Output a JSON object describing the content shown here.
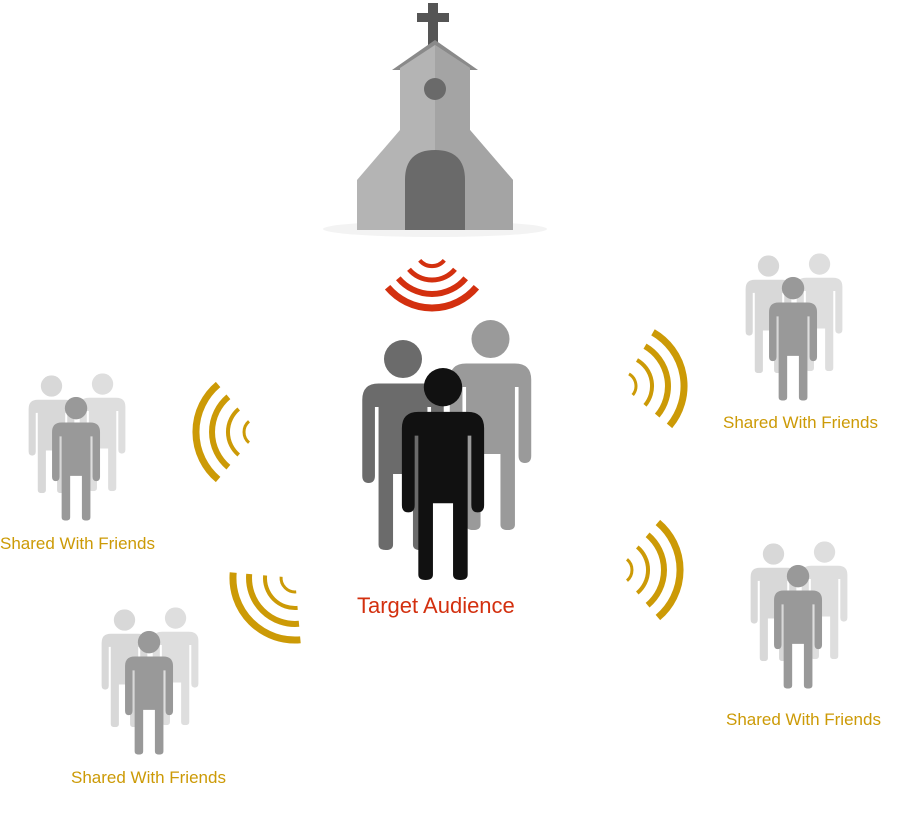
{
  "colors": {
    "broadcast_waves": "#d3300f",
    "share_waves": "#cc9a06",
    "friend_label": "#cc9a06",
    "target_label": "#d3300f",
    "church_body": "#adadad",
    "church_door": "#6a6a6a",
    "person_dark": "#111111",
    "person_mid": "#6b6b6b",
    "person_light": "#9a9a9a"
  },
  "icons": {
    "source": "church-icon",
    "audience": "audience-group-icon",
    "friends": "friend-group-icon",
    "signal": "signal-waves-icon"
  },
  "labels": {
    "target": "Target Audience",
    "friends_left_top": "Shared With Friends",
    "friends_left_bottom": "Shared With Friends",
    "friends_right_top": "Shared With Friends",
    "friends_right_bottom": "Shared With Friends"
  }
}
